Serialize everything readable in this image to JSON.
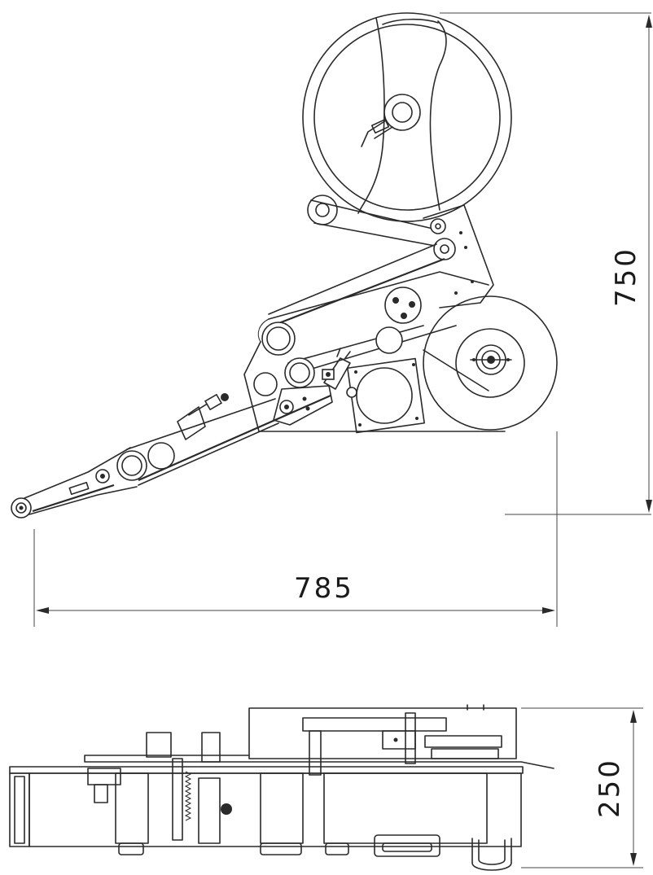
{
  "dimensions": {
    "side_height": "750",
    "side_width": "785",
    "top_height": "250"
  },
  "colors": {
    "line": "#2a2a2a",
    "background": "#ffffff"
  }
}
